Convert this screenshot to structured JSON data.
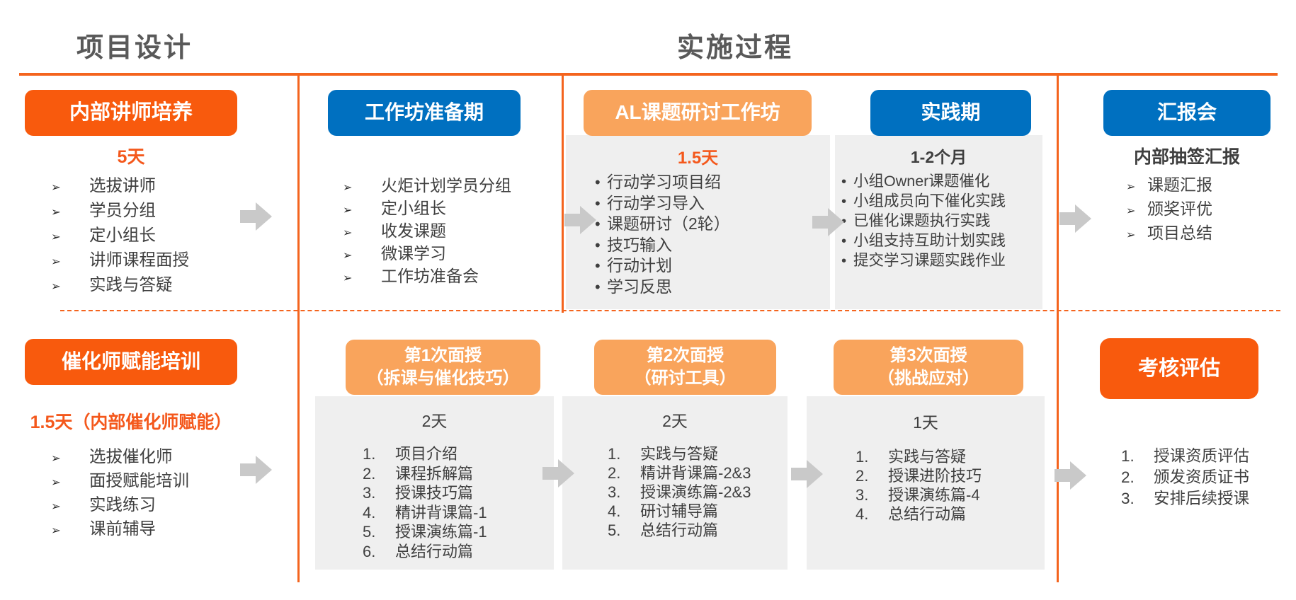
{
  "page": {
    "title_left": "项目设计",
    "title_right": "实施过程"
  },
  "colors": {
    "deep_orange": "#F85A0D",
    "light_orange": "#F9A45C",
    "blue": "#0070C0",
    "line_orange": "#F4641E",
    "panel_gray": "#EFEFEF",
    "arrow_gray": "#C9C9C9",
    "text_dark": "#3F3F3F",
    "title_gray": "#595959",
    "accent_orange": "#F4581C"
  },
  "top_row": {
    "col1": {
      "header": "内部讲师培养",
      "duration": "5天",
      "list": {
        "marker": "➢",
        "items": [
          "选拔讲师",
          "学员分组",
          "定小组长",
          "讲师课程面授",
          "实践与答疑"
        ]
      }
    },
    "col2": {
      "header": "工作坊准备期",
      "list": {
        "marker": "➢",
        "items": [
          "火炬计划学员分组",
          "定小组长",
          "收发课题",
          "微课学习",
          "工作坊准备会"
        ]
      }
    },
    "col3": {
      "header": "AL课题研讨工作坊",
      "duration": "1.5天",
      "list": {
        "marker": "•",
        "items": [
          "行动学习项目绍",
          "行动学习导入",
          "课题研讨（2轮）",
          "技巧输入",
          "行动计划",
          "学习反思"
        ]
      }
    },
    "col4": {
      "header": "实践期",
      "duration": "1-2个月",
      "list": {
        "marker": "•",
        "items": [
          "小组Owner课题催化",
          "小组成员向下催化实践",
          "已催化课题执行实践",
          "小组支持互助计划实践",
          "提交学习课题实践作业"
        ]
      }
    },
    "col5": {
      "header": "汇报会",
      "subtitle": "内部抽签汇报",
      "list": {
        "marker": "➢",
        "items": [
          "课题汇报",
          "颁奖评优",
          "项目总结"
        ]
      }
    }
  },
  "bottom_row": {
    "col1": {
      "header": "催化师赋能培训",
      "duration": "1.5天（内部催化师赋能）",
      "list": {
        "marker": "➢",
        "items": [
          "选拔催化师",
          "面授赋能培训",
          "实践练习",
          "课前辅导"
        ]
      }
    },
    "col2": {
      "header_line1": "第1次面授",
      "header_line2": "（拆课与催化技巧）",
      "duration": "2天",
      "list": {
        "marker": "1.",
        "items": [
          "项目介绍",
          "课程拆解篇",
          "授课技巧篇",
          "精讲背课篇-1",
          "授课演练篇-1",
          "总结行动篇"
        ]
      }
    },
    "col3": {
      "header_line1": "第2次面授",
      "header_line2": "（研讨工具）",
      "duration": "2天",
      "list": {
        "marker": "1.",
        "items": [
          "实践与答疑",
          "精讲背课篇-2&3",
          "授课演练篇-2&3",
          "研讨辅导篇",
          "总结行动篇"
        ]
      }
    },
    "col4": {
      "header_line1": "第3次面授",
      "header_line2": "（挑战应对）",
      "duration": "1天",
      "list": {
        "marker": "1.",
        "items": [
          "实践与答疑",
          "授课进阶技巧",
          "授课演练篇-4",
          "总结行动篇"
        ]
      }
    },
    "col5": {
      "header": "考核评估",
      "list": {
        "marker": "1.",
        "items": [
          "授课资质评估",
          "颁发资质证书",
          "安排后续授课"
        ]
      }
    }
  }
}
